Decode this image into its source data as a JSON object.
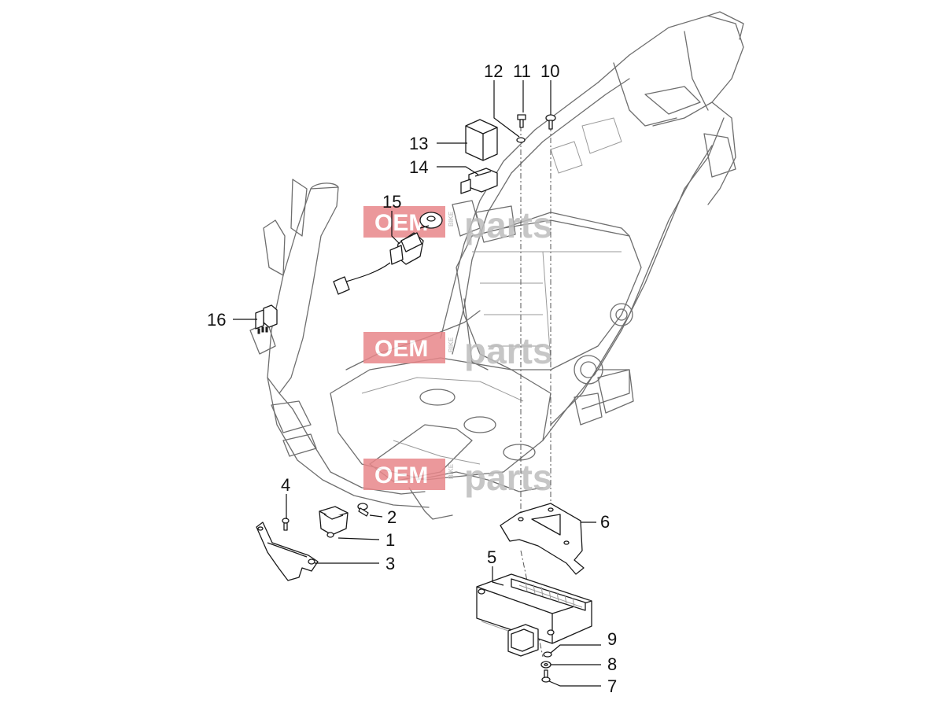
{
  "watermark": {
    "brand_left": "OEM",
    "brand_middle": "BIKE",
    "brand_right": "parts",
    "brand_left_color": "#e8878a",
    "brand_right_color": "#bdbdbd"
  },
  "callouts": [
    {
      "id": "1",
      "label": "1"
    },
    {
      "id": "2",
      "label": "2"
    },
    {
      "id": "3",
      "label": "3"
    },
    {
      "id": "4",
      "label": "4"
    },
    {
      "id": "5",
      "label": "5"
    },
    {
      "id": "6",
      "label": "6"
    },
    {
      "id": "7",
      "label": "7"
    },
    {
      "id": "8",
      "label": "8"
    },
    {
      "id": "9",
      "label": "9"
    },
    {
      "id": "10",
      "label": "10"
    },
    {
      "id": "11",
      "label": "11"
    },
    {
      "id": "12",
      "label": "12"
    },
    {
      "id": "13",
      "label": "13"
    },
    {
      "id": "14",
      "label": "14"
    },
    {
      "id": "15",
      "label": "15"
    },
    {
      "id": "16",
      "label": "16"
    }
  ]
}
